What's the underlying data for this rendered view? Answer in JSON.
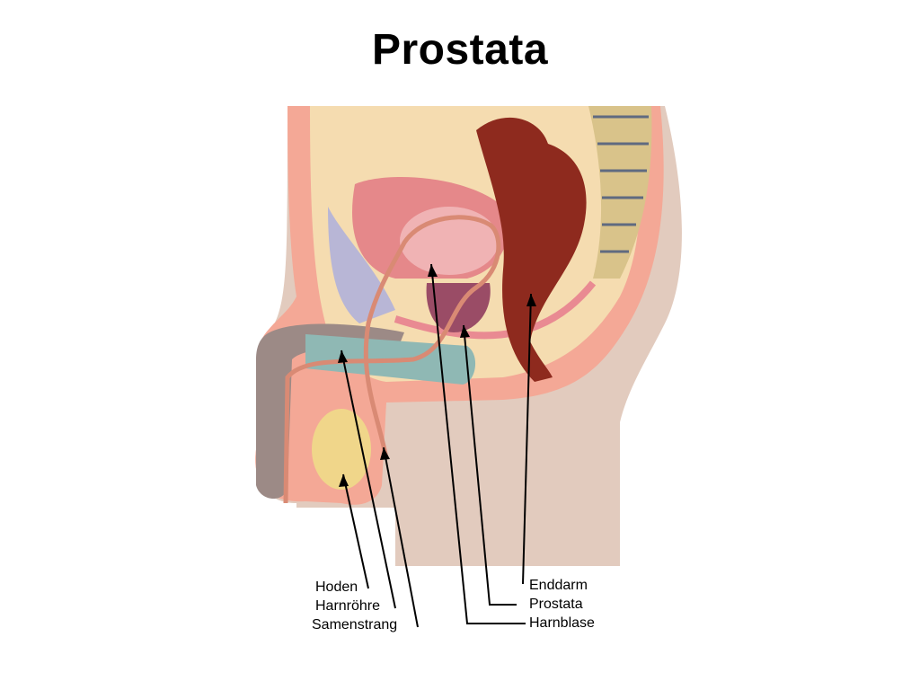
{
  "title": "Prostata",
  "labels": {
    "hoden": "Hoden",
    "harnroehre": "Harnröhre",
    "samenstrang": "Samenstrang",
    "enddarm": "Enddarm",
    "prostata": "Prostata",
    "harnblase": "Harnblase"
  },
  "colors": {
    "skin": "#e2cbbe",
    "tissue_outline": "#f4a896",
    "pelvic_cavity": "#f5dcb0",
    "bladder": "#e5888a",
    "rectum": "#8e2a1e",
    "spine": "#d9c38a",
    "testis": "#f0d68a",
    "penis_body": "#9c8a86",
    "corpus": "#8fb8b4",
    "vessel": "#d98a74",
    "prostate": "#9a4c66",
    "seminal_vesicle": "#b8b6d6"
  }
}
